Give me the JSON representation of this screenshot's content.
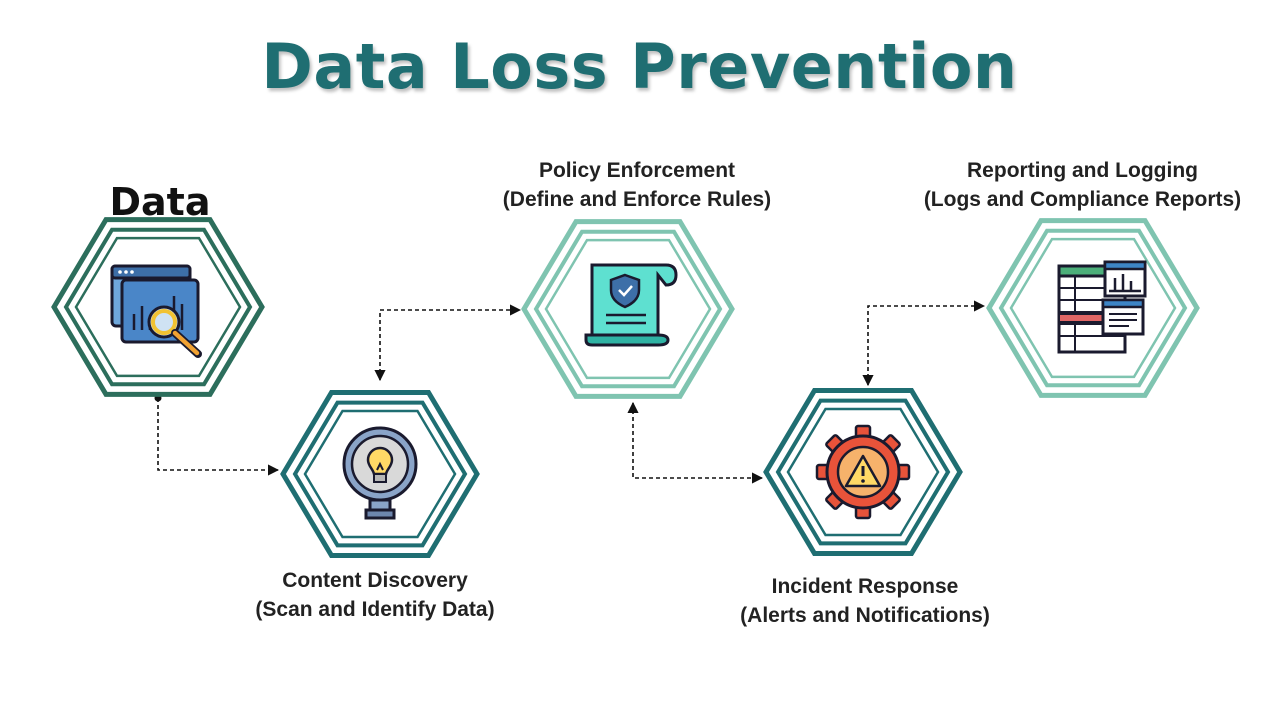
{
  "title": "Data Loss Prevention",
  "nodes": [
    {
      "id": "data",
      "line1": "Data",
      "line2": "",
      "icon": "data-analysis-icon"
    },
    {
      "id": "content-discovery",
      "line1": "Content Discovery",
      "line2": "(Scan and Identify Data)",
      "icon": "lightbulb-scan-icon"
    },
    {
      "id": "policy-enforcement",
      "line1": "Policy Enforcement",
      "line2": "(Define and Enforce Rules)",
      "icon": "policy-document-icon"
    },
    {
      "id": "incident-response",
      "line1": "Incident Response",
      "line2": "(Alerts and Notifications)",
      "icon": "alert-gear-icon"
    },
    {
      "id": "reporting-logging",
      "line1": "Reporting and Logging",
      "line2": "(Logs and Compliance Reports)",
      "icon": "report-logs-icon"
    }
  ],
  "colors": {
    "title": "#1f6e72",
    "hex_dark": "#2c6e5c",
    "hex_teal": "#1f6e72",
    "hex_light": "#7fc4b0",
    "connector": "#111111"
  }
}
